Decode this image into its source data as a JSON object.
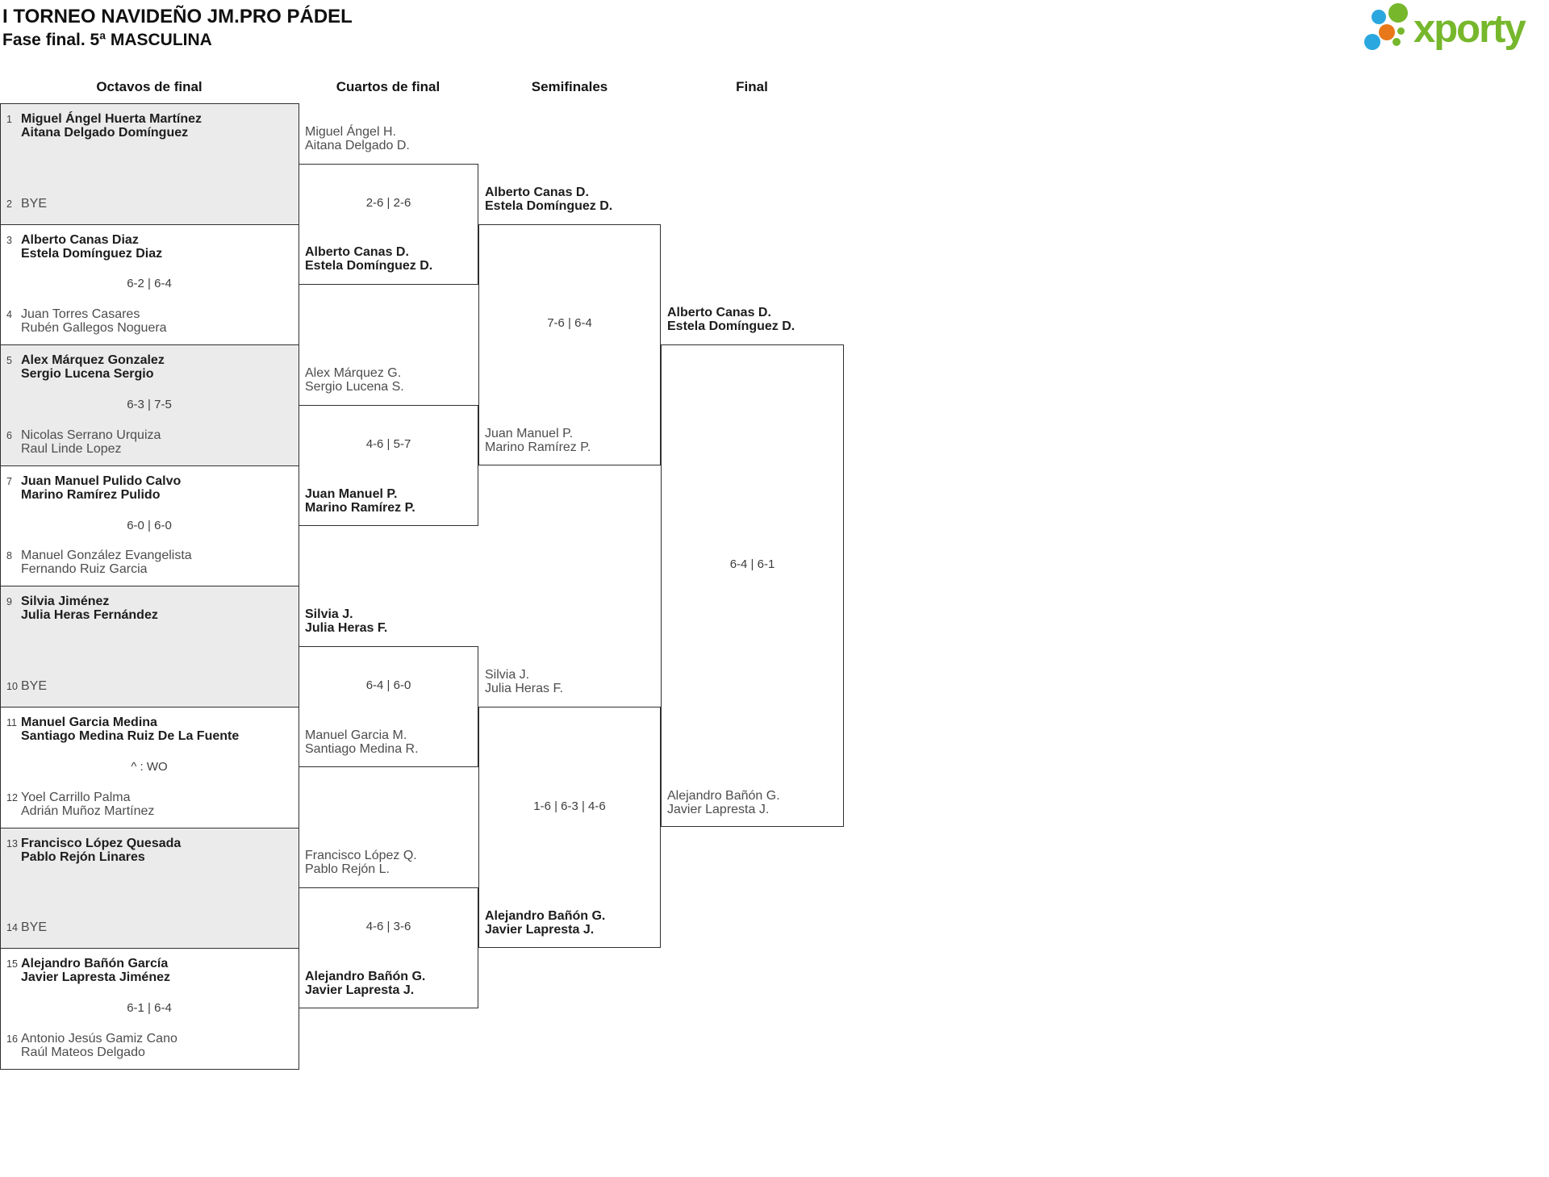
{
  "title": {
    "line1": "I TORNEO NAVIDEÑO JM.PRO PÁDEL",
    "line2": "Fase final. 5ª MASCULINA"
  },
  "columns": [
    "Octavos de final",
    "Cuartos de final",
    "Semifinales",
    "Final"
  ],
  "logo": {
    "brand": "xporty",
    "green": "#76b72c",
    "blue": "#2ba7e0",
    "orange": "#e8781a"
  },
  "colors": {
    "shaded_box": "#ebebeb",
    "border": "#2f2f2f",
    "winner_text": "#1d1d1d",
    "loser_text": "#4d4d4d"
  },
  "bracket": {
    "rounds": [
      {
        "name": "Octavos de final",
        "matches": [
          {
            "shaded": true,
            "score": "",
            "top": {
              "seed": "1",
              "lines": [
                "Miguel Ángel Huerta Martínez",
                "Aitana Delgado Domínguez"
              ],
              "winner": true
            },
            "bottom": {
              "seed": "2",
              "lines": [
                "BYE"
              ],
              "winner": false
            }
          },
          {
            "shaded": false,
            "score": "6-2 | 6-4",
            "top": {
              "seed": "3",
              "lines": [
                "Alberto Canas Diaz",
                "Estela Domínguez Diaz"
              ],
              "winner": true
            },
            "bottom": {
              "seed": "4",
              "lines": [
                "Juan Torres Casares",
                "Rubén Gallegos Noguera"
              ],
              "winner": false
            }
          },
          {
            "shaded": true,
            "score": "6-3 | 7-5",
            "top": {
              "seed": "5",
              "lines": [
                "Alex Márquez Gonzalez",
                "Sergio Lucena Sergio"
              ],
              "winner": true
            },
            "bottom": {
              "seed": "6",
              "lines": [
                "Nicolas Serrano Urquiza",
                "Raul Linde Lopez"
              ],
              "winner": false
            }
          },
          {
            "shaded": false,
            "score": "6-0 | 6-0",
            "top": {
              "seed": "7",
              "lines": [
                "Juan Manuel Pulido Calvo",
                "Marino Ramírez Pulido"
              ],
              "winner": true
            },
            "bottom": {
              "seed": "8",
              "lines": [
                "Manuel González Evangelista",
                "Fernando Ruiz Garcia"
              ],
              "winner": false
            }
          },
          {
            "shaded": true,
            "score": "",
            "top": {
              "seed": "9",
              "lines": [
                "Silvia Jiménez",
                "Julia Heras Fernández"
              ],
              "winner": true
            },
            "bottom": {
              "seed": "10",
              "lines": [
                "BYE"
              ],
              "winner": false
            }
          },
          {
            "shaded": false,
            "score": "^ : WO",
            "top": {
              "seed": "11",
              "lines": [
                "Manuel Garcia Medina",
                "Santiago Medina Ruiz De La Fuente"
              ],
              "winner": true
            },
            "bottom": {
              "seed": "12",
              "lines": [
                "Yoel Carrillo Palma",
                "Adrián Muñoz Martínez"
              ],
              "winner": false
            }
          },
          {
            "shaded": true,
            "score": "",
            "top": {
              "seed": "13",
              "lines": [
                "Francisco López Quesada",
                "Pablo Rejón Linares"
              ],
              "winner": true
            },
            "bottom": {
              "seed": "14",
              "lines": [
                "BYE"
              ],
              "winner": false
            }
          },
          {
            "shaded": false,
            "score": "6-1 | 6-4",
            "top": {
              "seed": "15",
              "lines": [
                "Alejandro Bañón García",
                "Javier Lapresta Jiménez"
              ],
              "winner": true
            },
            "bottom": {
              "seed": "16",
              "lines": [
                "Antonio Jesús Gamiz Cano",
                "Raúl Mateos Delgado"
              ],
              "winner": false
            }
          }
        ]
      },
      {
        "name": "Cuartos de final",
        "matches": [
          {
            "score": "2-6 | 2-6",
            "top": {
              "lines": [
                "Miguel Ángel H.",
                "Aitana Delgado D."
              ],
              "winner": false
            },
            "bottom": {
              "lines": [
                "Alberto Canas D.",
                "Estela Domínguez D."
              ],
              "winner": true
            }
          },
          {
            "score": "4-6 | 5-7",
            "top": {
              "lines": [
                "Alex Márquez G.",
                "Sergio Lucena S."
              ],
              "winner": false
            },
            "bottom": {
              "lines": [
                "Juan Manuel P.",
                "Marino Ramírez P."
              ],
              "winner": true
            }
          },
          {
            "score": "6-4 | 6-0",
            "top": {
              "lines": [
                "Silvia J.",
                "Julia Heras F."
              ],
              "winner": true
            },
            "bottom": {
              "lines": [
                "Manuel Garcia M.",
                "Santiago Medina R."
              ],
              "winner": false
            }
          },
          {
            "score": "4-6 | 3-6",
            "top": {
              "lines": [
                "Francisco López Q.",
                "Pablo Rejón L."
              ],
              "winner": false
            },
            "bottom": {
              "lines": [
                "Alejandro Bañón G.",
                "Javier Lapresta J."
              ],
              "winner": true
            }
          }
        ]
      },
      {
        "name": "Semifinales",
        "matches": [
          {
            "score": "7-6 | 6-4",
            "top": {
              "lines": [
                "Alberto Canas D.",
                "Estela Domínguez D."
              ],
              "winner": true
            },
            "bottom": {
              "lines": [
                "Juan Manuel P.",
                "Marino Ramírez P."
              ],
              "winner": false
            }
          },
          {
            "score": "1-6 | 6-3 | 4-6",
            "top": {
              "lines": [
                "Silvia J.",
                "Julia Heras F."
              ],
              "winner": false
            },
            "bottom": {
              "lines": [
                "Alejandro Bañón G.",
                "Javier Lapresta J."
              ],
              "winner": true
            }
          }
        ]
      },
      {
        "name": "Final",
        "matches": [
          {
            "score": "6-4 | 6-1",
            "top": {
              "lines": [
                "Alberto Canas D.",
                "Estela Domínguez D."
              ],
              "winner": true
            },
            "bottom": {
              "lines": [
                "Alejandro Bañón G.",
                "Javier Lapresta J."
              ],
              "winner": false
            }
          }
        ]
      }
    ]
  }
}
